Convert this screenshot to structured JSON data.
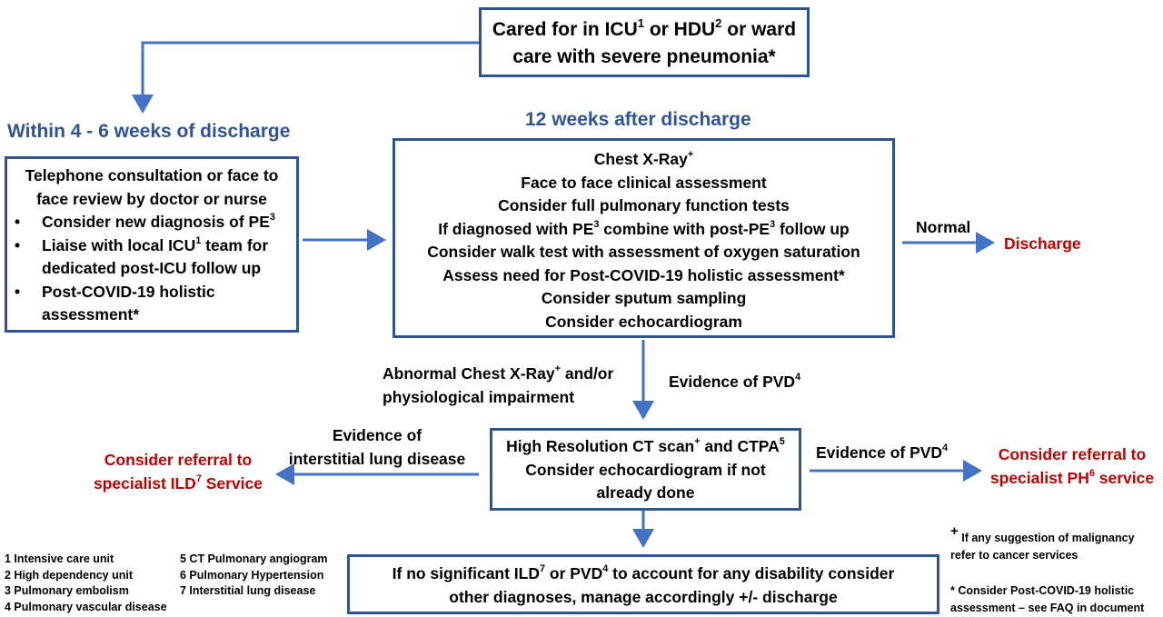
{
  "top_box": {
    "line1_a": "Cared for in ICU",
    "line1_sup1": "1",
    "line1_b": " or HDU",
    "line1_sup2": "2",
    "line1_c": " or ward",
    "line2": "care with severe pneumonia*"
  },
  "left_heading": "Within 4 - 6 weeks of discharge",
  "center_heading": "12 weeks after discharge",
  "left_box": {
    "intro_line1": "Telephone consultation or face to",
    "intro_line2": "face review by doctor or nurse",
    "b1_a": "Consider new diagnosis of PE",
    "b1_sup": "3",
    "b2_a": "Liaise with local ICU",
    "b2_sup": "1",
    "b2_b": " team for",
    "b2_line2": "dedicated post-ICU follow up",
    "b3_line1": "Post-COVID-19 holistic",
    "b3_line2": "assessment*"
  },
  "center_box": {
    "l1_a": "Chest X-Ray",
    "l1_sup": "+",
    "l2": "Face to face clinical assessment",
    "l3": "Consider full pulmonary function tests",
    "l4_a": "If diagnosed with PE",
    "l4_sup1": "3",
    "l4_b": " combine with post-PE",
    "l4_sup2": "3",
    "l4_c": " follow up",
    "l5": "Consider walk test with assessment of oxygen saturation",
    "l6": "Assess need for Post-COVID-19 holistic assessment*",
    "l7": "Consider sputum sampling",
    "l8": "Consider echocardiogram"
  },
  "normal_label": "Normal",
  "discharge_label": "Discharge",
  "abnormal_label": {
    "line1_a": "Abnormal Chest X-Ray",
    "line1_sup": "+",
    "line1_b": " and/or",
    "line2": "physiological impairment"
  },
  "pvd_label_center": {
    "a": "Evidence of PVD",
    "sup": "4"
  },
  "ild_label": {
    "line1": "Evidence of",
    "line2": "interstitial lung disease"
  },
  "ild_referral": {
    "line1": "Consider referral  to",
    "line2_a": "specialist ILD",
    "line2_sup": "7",
    "line2_b": " Service"
  },
  "hrct_box": {
    "l1_a": "High Resolution CT scan",
    "l1_sup1": "+",
    "l1_b": " and CTPA",
    "l1_sup2": "5",
    "l2": "Consider echocardiogram if not",
    "l3": "already done"
  },
  "pvd_label_right": {
    "a": "Evidence of PVD",
    "sup": "4"
  },
  "ph_referral": {
    "line1": "Consider referral to",
    "line2_a": "specialist PH",
    "line2_sup": "6",
    "line2_b": " service"
  },
  "bottom_box": {
    "l1_a": "If no significant ILD",
    "l1_sup1": "7",
    "l1_b": " or PVD",
    "l1_sup2": "4",
    "l1_c": " to account for any disability consider",
    "l2": "other diagnoses, manage accordingly +/- discharge"
  },
  "legend_col1": [
    "1 Intensive care unit",
    "2 High dependency unit",
    "3 Pulmonary embolism",
    "4 Pulmonary vascular disease"
  ],
  "legend_col2": [
    "5 CT Pulmonary angiogram",
    "6 Pulmonary Hypertension",
    "7 Interstitial lung disease"
  ],
  "footnote_plus": {
    "symbol": "+",
    "line1": " If any suggestion of malignancy",
    "line2": "refer to cancer services"
  },
  "footnote_star": {
    "line1": "* Consider Post-COVID-19 holistic",
    "line2": "assessment – see FAQ in document"
  },
  "colors": {
    "box_border": "#2f5496",
    "heading": "#2f5496",
    "arrow": "#4472c4",
    "referral": "#c00000"
  }
}
